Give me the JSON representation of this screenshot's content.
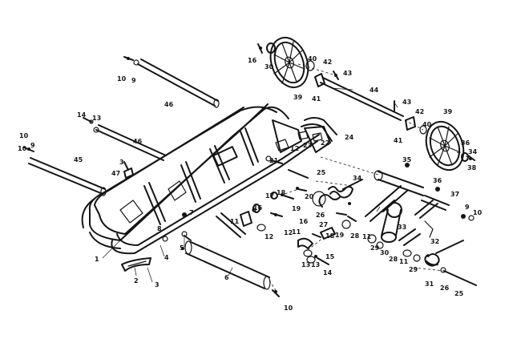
{
  "diagram": {
    "type": "exploded-parts-diagram",
    "callouts": [
      "1",
      "2",
      "3",
      "3",
      "4",
      "5",
      "6",
      "7",
      "8",
      "9",
      "9",
      "9",
      "10",
      "10",
      "10",
      "10",
      "10",
      "11",
      "11",
      "11",
      "11",
      "12",
      "12",
      "12",
      "13",
      "13",
      "13",
      "14",
      "14",
      "15",
      "16",
      "16",
      "16",
      "17",
      "18",
      "18",
      "19",
      "19",
      "20",
      "21",
      "22",
      "23",
      "24",
      "25",
      "25",
      "26",
      "26",
      "27",
      "28",
      "28",
      "29",
      "29",
      "30",
      "30",
      "31",
      "32",
      "33",
      "34",
      "34",
      "35",
      "36",
      "36",
      "37",
      "38",
      "39",
      "39",
      "40",
      "40",
      "41",
      "41",
      "42",
      "42",
      "43",
      "43",
      "44",
      "45",
      "46",
      "46",
      "47"
    ]
  }
}
